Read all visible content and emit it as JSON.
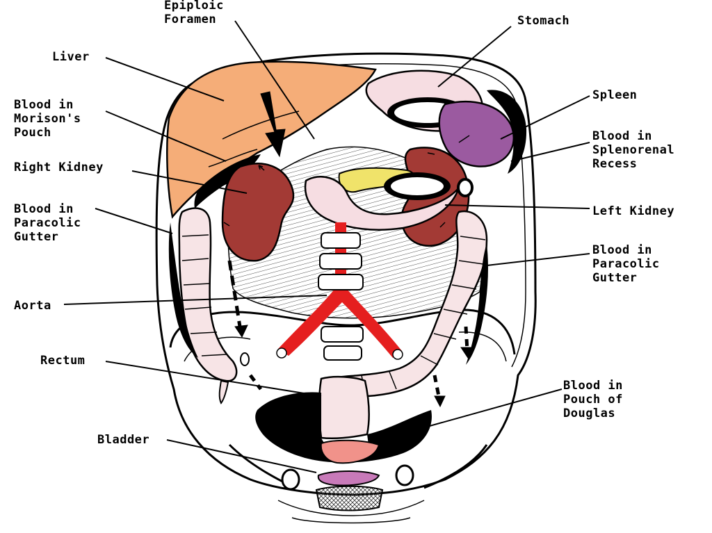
{
  "labels": {
    "epiploic_foramen": "Epiploic\nForamen",
    "stomach": "Stomach",
    "liver": "Liver",
    "spleen": "Spleen",
    "blood_morisons": "Blood in\nMorison's\nPouch",
    "blood_splenorenal": "Blood in\nSplenorenal\nRecess",
    "right_kidney": "Right Kidney",
    "left_kidney": "Left Kidney",
    "blood_paracolic_left": "Blood in\nParacolic\nGutter",
    "blood_paracolic_right": "Blood in\nParacolic\nGutter",
    "aorta": "Aorta",
    "rectum": "Rectum",
    "blood_douglas": "Blood in\nPouch of\nDouglas",
    "bladder": "Bladder"
  },
  "colors": {
    "liver": "#f5ad78",
    "kidney": "#a33a35",
    "spleen": "#9b5aa0",
    "aorta": "#e51f1f",
    "pancreas": "#f0e36a",
    "bowel": "#f7e4e6",
    "stomach": "#f6dde2",
    "blood": "#000000",
    "bladder": "#f1928a",
    "uterus": "#c87ab9"
  }
}
